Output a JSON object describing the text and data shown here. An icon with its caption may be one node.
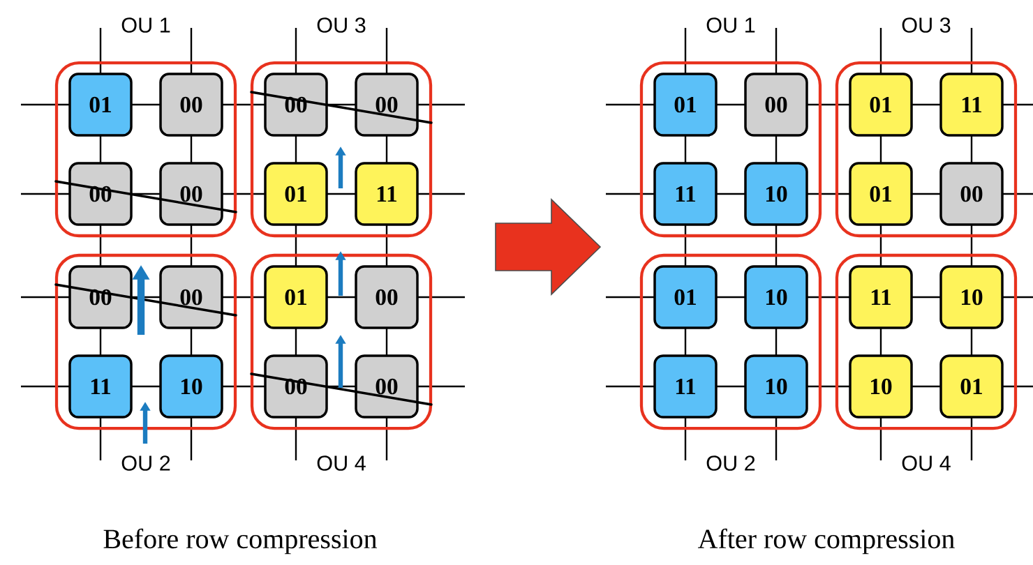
{
  "diagram": {
    "nodes": [
      {
        "text": [
          "OU 1"
        ]
      },
      {
        "text": [
          "01"
        ],
        "in": 0
      },
      {
        "text": [
          "00"
        ],
        "in": 0
      },
      {
        "text": [
          "00"
        ],
        "in": 0
      },
      {
        "text": [
          "00"
        ],
        "in": 0
      },
      {
        "text": [
          "OU 3"
        ]
      },
      {
        "text": [
          "00"
        ],
        "in": 5
      },
      {
        "text": [
          "00"
        ],
        "in": 5
      },
      {
        "text": [
          "01"
        ],
        "in": 5
      },
      {
        "text": [
          "11"
        ],
        "in": 5
      },
      {
        "text": [
          "OU 2"
        ]
      },
      {
        "text": [
          "00"
        ],
        "in": 10
      },
      {
        "text": [
          "00"
        ],
        "in": 10
      },
      {
        "text": [
          "11"
        ],
        "in": 10
      },
      {
        "text": [
          "10"
        ],
        "in": 10
      },
      {
        "text": [
          "OU 4"
        ]
      },
      {
        "text": [
          "01"
        ],
        "in": 15
      },
      {
        "text": [
          "00"
        ],
        "in": 15
      },
      {
        "text": [
          "00"
        ],
        "in": 15
      },
      {
        "text": [
          "00"
        ],
        "in": 15
      },
      {
        "text": [
          "OU 1"
        ]
      },
      {
        "text": [
          "01"
        ],
        "in": 20
      },
      {
        "text": [
          "00"
        ],
        "in": 20
      },
      {
        "text": [
          "11"
        ],
        "in": 20
      },
      {
        "text": [
          "10"
        ],
        "in": 20
      },
      {
        "text": [
          "OU 3"
        ]
      },
      {
        "text": [
          "01"
        ],
        "in": 25
      },
      {
        "text": [
          "11"
        ],
        "in": 25
      },
      {
        "text": [
          "01"
        ],
        "in": 25
      },
      {
        "text": [
          "00"
        ],
        "in": 25
      },
      {
        "text": [
          "OU 2"
        ]
      },
      {
        "text": [
          "01"
        ],
        "in": 30
      },
      {
        "text": [
          "10"
        ],
        "in": 30
      },
      {
        "text": [
          "11"
        ],
        "in": 30
      },
      {
        "text": [
          "10"
        ],
        "in": 30
      },
      {
        "text": [
          "OU 4"
        ]
      },
      {
        "text": [
          "11"
        ],
        "in": 35
      },
      {
        "text": [
          "10"
        ],
        "in": 35
      },
      {
        "text": [
          "10"
        ],
        "in": 35
      },
      {
        "text": [
          "01"
        ],
        "in": 35
      }
    ],
    "labels": [
      "Before row compression",
      "After row compression"
    ]
  }
}
